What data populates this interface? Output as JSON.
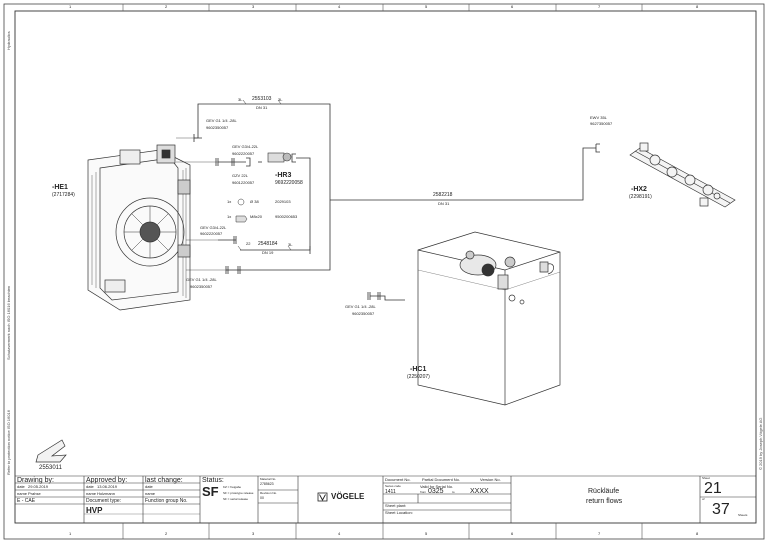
{
  "border": {
    "columns": [
      "1",
      "2",
      "3",
      "4",
      "5",
      "6",
      "7",
      "8"
    ],
    "left_vertical_1": "Hydraulics",
    "left_vertical_2": "Schutzvermerk nach ISO 16016 beachten",
    "left_vertical_3": "Refer to protection notice ISO 16016",
    "right_vertical": "© 2019 by Joseph Vögele AG"
  },
  "components": {
    "he1": {
      "tag": "-HE1",
      "number": "(2717284)"
    },
    "hr3": {
      "tag": "-HR3",
      "number": "9692220058"
    },
    "hx2": {
      "tag": "-HX2",
      "number": "(2298191)"
    },
    "hc1": {
      "tag": "-HC1",
      "number": "(2250207)"
    }
  },
  "labels": {
    "hose_top": "2553103",
    "hose_top_end_left": "3L",
    "hose_top_end_right": "3L",
    "hose_top_dn": "DN 31",
    "gev_top": "GEV G1 1/4 -28L",
    "gev_top_no": "9602350057",
    "gev_mid": "GEV G3/4-22L",
    "gev_mid_no": "9602220057",
    "gzv": "GZV 22L",
    "gzv_no": "9601220057",
    "qty1": "1x",
    "oring": "Ø 38",
    "oring_no": "2029103",
    "qty2": "1x",
    "m": "M8x20",
    "m_no": "9500200653",
    "gev_low": "GEV G3/4-22L",
    "gev_low_no": "9602220057",
    "hose_low": "2548184",
    "hose_low_end_left": "22",
    "hose_low_end_right": "3L",
    "hose_low_dn": "DN 19",
    "gev_bottom": "GEV G1 1/4 -28L",
    "gev_bottom_no": "9602350057",
    "hose_right": "2582218",
    "hose_right_dn": "DN 31",
    "ewv": "EWV 35L",
    "ewv_no": "9627350057",
    "gev_tank": "GEV G1 1/4 -28L",
    "gev_tank_no": "9602350057",
    "corner_no": "2553011"
  },
  "title_block": {
    "drawing_by": "Drawing by:",
    "drawing_date_label": "date",
    "drawing_date": "29.05.2019",
    "drawing_name_label": "name",
    "drawing_name": "Prahse",
    "dept": "E - CAE",
    "approved_by": "Approved by:",
    "approved_date_label": "date",
    "approved_date": "13.06.2019",
    "approved_name_label": "name",
    "approved_name": "Holzmann",
    "doc_type_label": "Document type:",
    "doc_type": "HVP",
    "last_change": "last change:",
    "last_change_date_label": "date",
    "last_change_name_label": "name",
    "function_group": "Function group No.",
    "status_label": "Status:",
    "status": "SF",
    "status_opt1": "KZ = freigabe",
    "status_opt2": "SF = prototype release",
    "status_opt3": "SF = serial release",
    "material_label": "Material No.",
    "material_no": "2785623",
    "revision_label": "Revision No.",
    "revision_no": "00",
    "brand": "VÖGELE",
    "doc_no_label": "Document No.",
    "partial_doc_label": "Partial Document No.",
    "version_label": "Version No.",
    "series_code_label": "Series code",
    "series_code": "1411",
    "valid_label": "Valid for Serial No.",
    "valid_from_label": "from",
    "valid_from": "0325",
    "valid_to_label": "to",
    "valid_to": "XXXX",
    "sheet_plant": "Sheet plant:",
    "sheet_location": "Sheet Location:",
    "title_de": "Rückläufe",
    "title_en": "return flows",
    "sheet_label": "Sheet",
    "sheet_no": "21",
    "of_label": "of",
    "sheet_total": "37",
    "sheets_label": "Sheets"
  }
}
